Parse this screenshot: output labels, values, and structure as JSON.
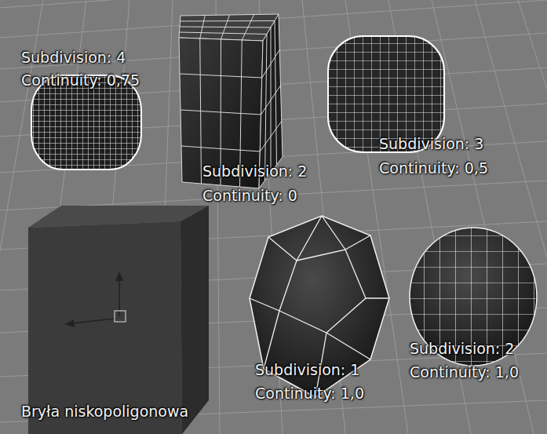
{
  "diagram": {
    "labels": [
      "Subdivision: 4",
      "Continuity: 0,75",
      "Subdivision: 2",
      "Continuity: 0",
      "Subdivision: 3",
      "Continuity: 0,5",
      "Subdivision: 1",
      "Continuity: 1,0",
      "Subdivision: 2",
      "Continuity: 1,0",
      "Bryła niskopoligonowa"
    ]
  }
}
